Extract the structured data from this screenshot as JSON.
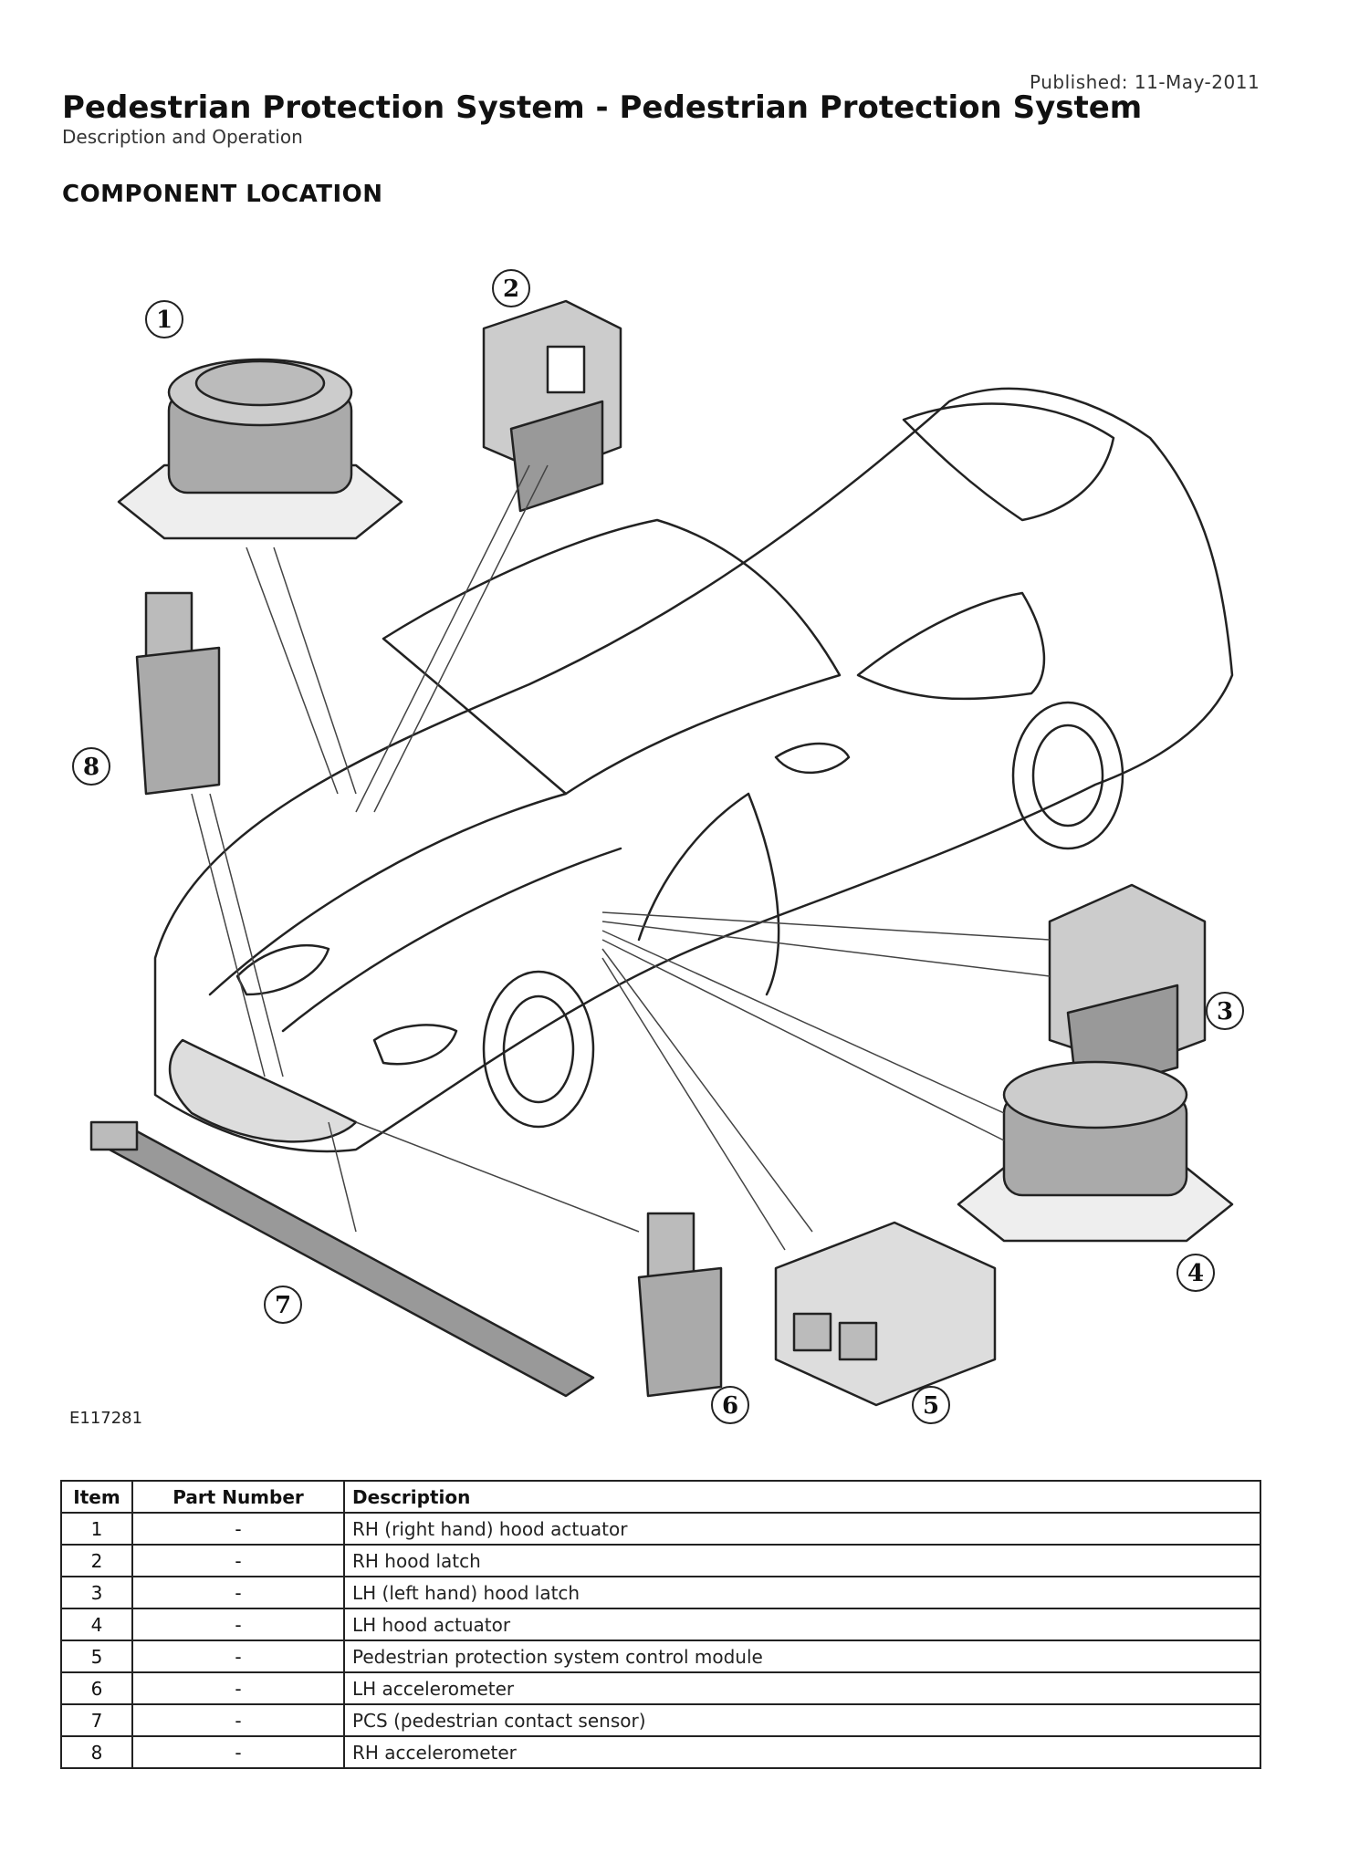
{
  "header": {
    "published": "Published: 11-May-2011",
    "title": "Pedestrian Protection System - Pedestrian Protection System",
    "subtitle": "Description and Operation"
  },
  "section_heading": "COMPONENT LOCATION",
  "figure": {
    "id": "E117281",
    "callouts": [
      "1",
      "2",
      "3",
      "4",
      "5",
      "6",
      "7",
      "8"
    ]
  },
  "table": {
    "headers": {
      "item": "Item",
      "part_number": "Part Number",
      "description": "Description"
    },
    "rows": [
      {
        "item": "1",
        "part_number": "-",
        "description": "RH (right hand) hood actuator"
      },
      {
        "item": "2",
        "part_number": "-",
        "description": "RH hood latch"
      },
      {
        "item": "3",
        "part_number": "-",
        "description": "LH (left hand) hood latch"
      },
      {
        "item": "4",
        "part_number": "-",
        "description": "LH hood actuator"
      },
      {
        "item": "5",
        "part_number": "-",
        "description": "Pedestrian protection system control module"
      },
      {
        "item": "6",
        "part_number": "-",
        "description": "LH accelerometer"
      },
      {
        "item": "7",
        "part_number": "-",
        "description": "PCS (pedestrian contact sensor)"
      },
      {
        "item": "8",
        "part_number": "-",
        "description": "RH accelerometer"
      }
    ]
  }
}
